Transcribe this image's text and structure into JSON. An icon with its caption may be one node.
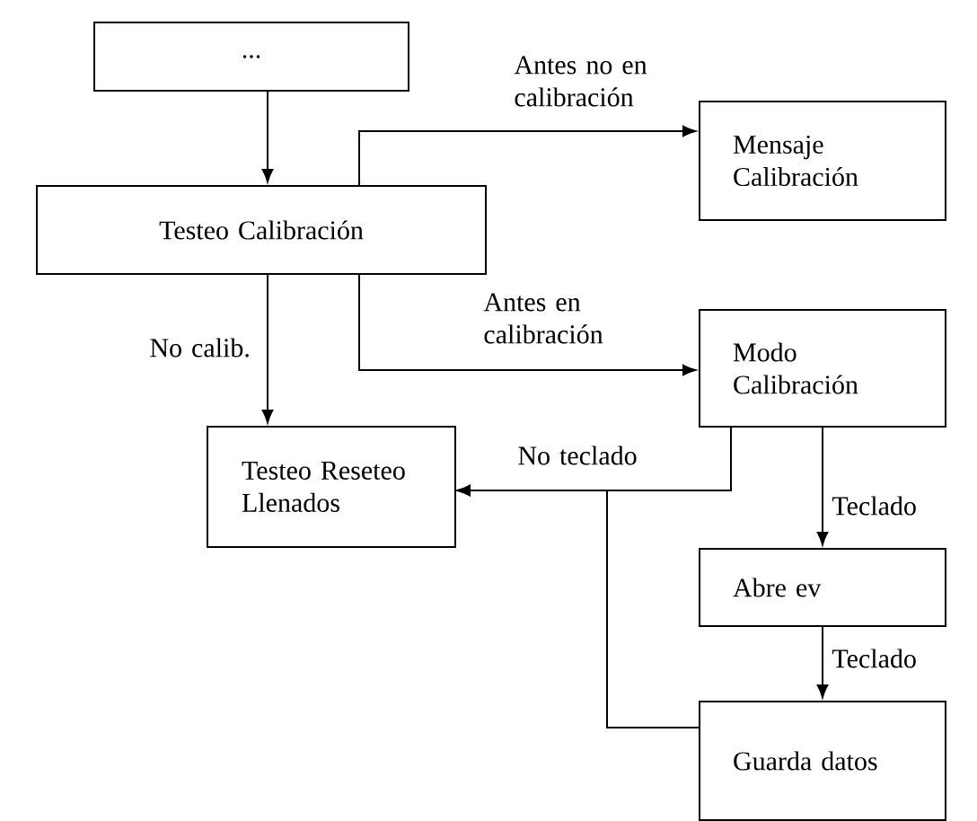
{
  "diagram": {
    "nodes": [
      {
        "text": [
          "..."
        ]
      },
      {
        "text": [
          "Testeo Calibración"
        ]
      },
      {
        "text": [
          "Mensaje Calibración"
        ]
      },
      {
        "text": [
          "Modo Calibración"
        ]
      },
      {
        "text": [
          "Testeo Reseteo Llenados"
        ]
      },
      {
        "text": [
          "Abre ev"
        ]
      },
      {
        "text": [
          "Guarda datos"
        ]
      }
    ],
    "edges": [
      {
        "from": 0,
        "to": 1,
        "arrow": "to"
      },
      {
        "from": 1,
        "to": 2,
        "arrow": "to",
        "label": "Antes no en calibración"
      },
      {
        "from": 1,
        "to": 3,
        "arrow": "to",
        "label": "Antes en calibración"
      },
      {
        "from": 1,
        "to": 4,
        "arrow": "to",
        "label": "No calib."
      },
      {
        "from": 3,
        "to": 4,
        "arrow": "to",
        "label": "No teclado"
      },
      {
        "from": 3,
        "to": 5,
        "arrow": "to",
        "label": "Teclado"
      },
      {
        "from": 5,
        "to": 6,
        "arrow": "to",
        "label": "Teclado"
      },
      {
        "from": 6,
        "to": 4,
        "arrow": "to"
      }
    ]
  }
}
